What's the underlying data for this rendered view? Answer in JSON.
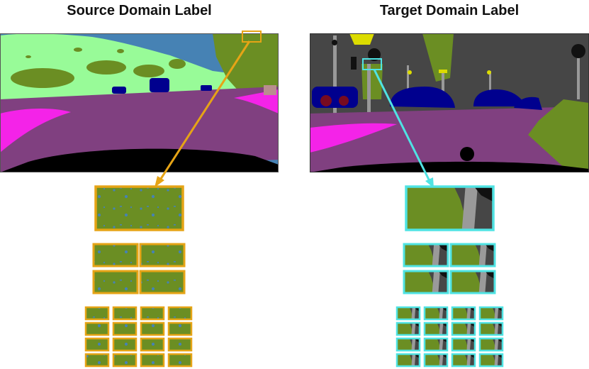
{
  "titles": {
    "source": "Source Domain Label",
    "target": "Target Domain Label"
  },
  "colors": {
    "source_accent": "#e6a416",
    "target_accent": "#4fe3e3",
    "vegetation": "#6b8e23",
    "terrain": "#98fb98",
    "road": "#804080",
    "sidewalk": "#f423e8",
    "car": "#00008e",
    "sky": "#4682b4",
    "building": "#464646",
    "pole": "#999999",
    "traffic_sign": "#dcdc00",
    "rider": "#770b20",
    "ego_vehicle": "#000000"
  },
  "pyramid": {
    "levels": [
      "1x1",
      "2x2",
      "4x4"
    ]
  }
}
